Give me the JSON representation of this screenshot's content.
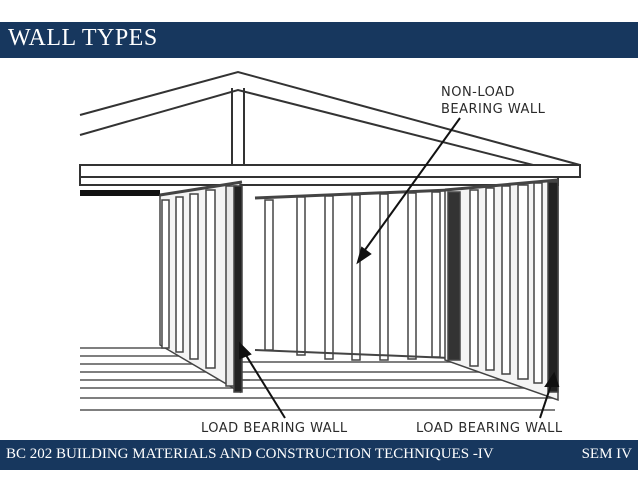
{
  "header": {
    "title": "WALL TYPES"
  },
  "diagram": {
    "labels": {
      "non_load_1": "NON-LOAD",
      "non_load_2": "BEARING WALL",
      "load_left": "LOAD BEARING WALL",
      "load_right": "LOAD BEARING WALL"
    }
  },
  "footer": {
    "course": "BC 202 BUILDING MATERIALS AND CONSTRUCTION TECHNIQUES -IV",
    "semester": "SEM IV"
  },
  "colors": {
    "bar": "#17375e",
    "text_on_bar": "#ffffff"
  }
}
